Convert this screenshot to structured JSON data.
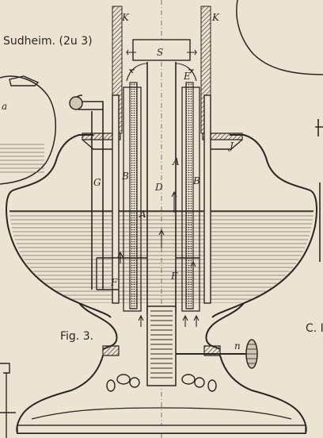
{
  "header": {
    "caption": "Sudheim. (2u 3)"
  },
  "figure": {
    "caption": "Fig. 3.",
    "side_caption": "C. I"
  },
  "labels": {
    "K": "K",
    "S": "S",
    "E": "E",
    "J": "J",
    "a": "a",
    "G": "G",
    "B": "B",
    "D": "D",
    "A": "A",
    "F": "F",
    "n": "n"
  },
  "colors": {
    "paper": "#ece4d2",
    "ink": "#2a2622"
  }
}
